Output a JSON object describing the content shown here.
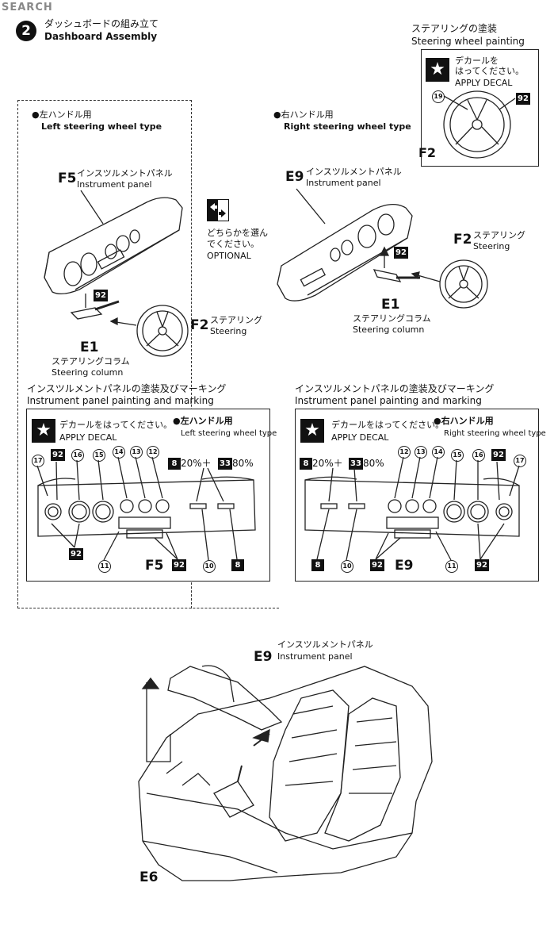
{
  "watermark": {
    "main": "SEARCH",
    "prefix": "",
    "site": ""
  },
  "step": {
    "number": "2",
    "title_jp": "ダッシュボードの組み立て",
    "title_en": "Dashboard Assembly"
  },
  "steering_paint": {
    "title_jp": "ステアリングの塗装",
    "title_en": "Steering wheel painting",
    "decal_jp": "デカールを\nはってください。",
    "decal_en": "APPLY DECAL",
    "part": "F2",
    "decal_a": "19",
    "decal_b": "92"
  },
  "left_type": {
    "label_jp": "●左ハンドル用",
    "label_en": "Left steering wheel type",
    "panel_part": "F5",
    "panel_jp": "インスツルメントパネル",
    "panel_en": "Instrument panel",
    "decal": "92",
    "col_part": "E1",
    "col_jp": "ステアリングコラム",
    "col_en": "Steering column",
    "steer_part": "F2",
    "steer_jp": "ステアリング",
    "steer_en": "Steering"
  },
  "optional": {
    "jp1": "どちらかを選ん",
    "jp2": "でください。",
    "en": "OPTIONAL"
  },
  "right_type": {
    "label_jp": "●右ハンドル用",
    "label_en": "Right steering wheel type",
    "panel_part": "E9",
    "panel_jp": "インスツルメントパネル",
    "panel_en": "Instrument panel",
    "decal": "92",
    "col_part": "E1",
    "col_jp": "ステアリングコラム",
    "col_en": "Steering column",
    "steer_part": "F2",
    "steer_jp": "ステアリング",
    "steer_en": "Steering"
  },
  "paint_left": {
    "title_jp": "インスツルメントパネルの塗装及びマーキング",
    "title_en": "Instrument panel painting and marking",
    "decal_jp": "デカールをはってください。",
    "decal_en": "APPLY DECAL",
    "type_jp": "●左ハンドル用",
    "type_en": "Left steering wheel type",
    "c1": "8",
    "p1": "20%＋",
    "c2": "33",
    "p2": "80%",
    "top_nums": [
      "17",
      "92",
      "16",
      "15",
      "14",
      "13",
      "12"
    ],
    "bottom_nums": [
      "92",
      "11",
      "92",
      "10",
      "8"
    ],
    "part": "F5"
  },
  "paint_right": {
    "title_jp": "インスツルメントパネルの塗装及びマーキング",
    "title_en": "Instrument panel painting and marking",
    "decal_jp": "デカールをはってください。",
    "decal_en": "APPLY DECAL",
    "type_jp": "●右ハンドル用",
    "type_en": "Right steering wheel type",
    "c1": "8",
    "p1": "20%＋",
    "c2": "33",
    "p2": "80%",
    "top_nums": [
      "12",
      "13",
      "14",
      "15",
      "16",
      "92",
      "17"
    ],
    "bottom_nums": [
      "8",
      "10",
      "92",
      "11",
      "92"
    ],
    "part": "E9"
  },
  "bottom": {
    "panel_jp": "インスツルメントパネル",
    "panel_en": "Instrument panel",
    "panel_part": "E9",
    "body_part": "E6"
  }
}
